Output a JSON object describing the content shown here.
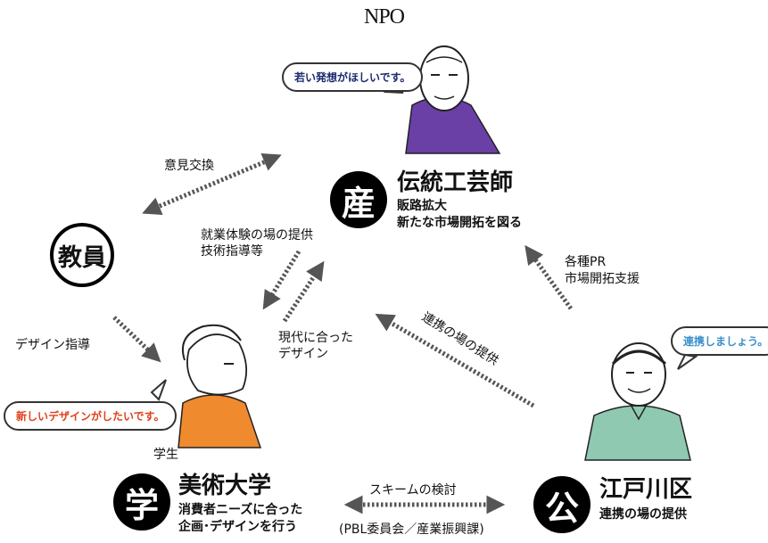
{
  "header": {
    "title": "NPO"
  },
  "nodes": {
    "sangyo": {
      "badge": "産",
      "title": "伝統工芸師",
      "desc1": "販路拡大",
      "desc2": "新たな市場開拓を図る",
      "bubble": "若い発想がほしいです。"
    },
    "kyoin": {
      "badge": "教員"
    },
    "gaku": {
      "badge": "学",
      "title": "美術大学",
      "desc1": "消費者ニーズに合った",
      "desc2": "企画･デザインを行う",
      "role": "学生",
      "bubble": "新しいデザインがしたいです。"
    },
    "ko": {
      "badge": "公",
      "title": "江戸川区",
      "desc1": "連携の場の提供",
      "bubble": "連携しましょう。"
    }
  },
  "edges": {
    "iken": "意見交換",
    "shugyo1": "就業体験の場の提供",
    "shugyo2": "技術指導等",
    "design_shido": "デザイン指導",
    "gendai1": "現代に合った",
    "gendai2": "デザイン",
    "renkei_ba": "連携の場の提供",
    "pr1": "各種PR",
    "pr2": "市場開拓支援",
    "scheme": "スキームの検討",
    "pbl": "(PBL委員会／産業振興課)"
  },
  "colors": {
    "sangyo_clothes": "#6a3fa6",
    "gaku_clothes": "#f08a2e",
    "ko_clothes": "#8fc9b2",
    "sangyo_bubble_text": "#1a2a6e",
    "gaku_bubble_text": "#e0401a",
    "ko_bubble_text": "#3b8fc9",
    "arrow": "#555555"
  }
}
